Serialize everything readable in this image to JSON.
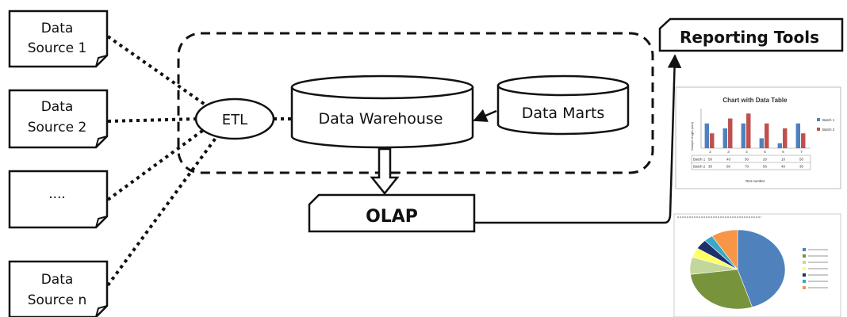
{
  "data_sources": [
    {
      "line1": "Data",
      "line2": "Source 1"
    },
    {
      "line1": "Data",
      "line2": "Source 2"
    },
    {
      "line1": "....",
      "line2": ""
    },
    {
      "line1": "Data",
      "line2": "Source n"
    }
  ],
  "etl": "ETL",
  "data_warehouse": "Data Warehouse",
  "data_marts": "Data Marts",
  "olap": "OLAP",
  "reporting_tools": "Reporting Tools",
  "bar_chart": {
    "title": "Chart with Data Table",
    "ylabel": "Sample length (mm)",
    "xlabel": "Test number",
    "categories": [
      "2",
      "3",
      "4",
      "5",
      "6",
      "7"
    ],
    "series": [
      {
        "name": "Batch 1",
        "values": [
          50,
          40,
          50,
          20,
          10,
          50
        ]
      },
      {
        "name": "Batch 2",
        "values": [
          30,
          60,
          70,
          50,
          40,
          30
        ]
      }
    ],
    "colors": [
      "#4f81bd",
      "#c0504d"
    ]
  },
  "pie_chart": {
    "title": "",
    "slices": [
      45,
      28,
      7,
      4,
      4,
      3,
      9
    ],
    "colors": [
      "#4f81bd",
      "#77933c",
      "#c3d69b",
      "#ffff66",
      "#1f2f6b",
      "#3aa8c7",
      "#f79646"
    ]
  }
}
